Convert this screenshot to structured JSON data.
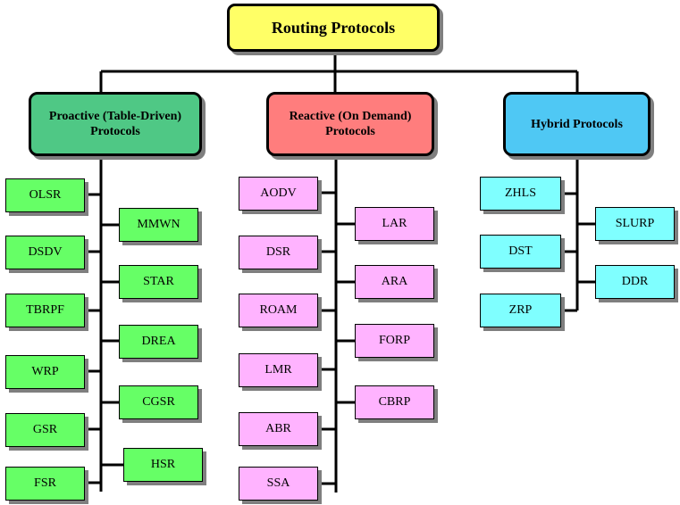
{
  "root": {
    "label": "Routing Protocols",
    "color": "#ffff66"
  },
  "categories": [
    {
      "label": "Proactive (Table-Driven) Protocols",
      "color": "#4fc885",
      "leaf_color": "#66ff66",
      "left_items": [
        "OLSR",
        "DSDV",
        "TBRPF",
        "WRP",
        "GSR",
        "FSR"
      ],
      "right_items": [
        "MMWN",
        "STAR",
        "DREA",
        "CGSR",
        "HSR"
      ]
    },
    {
      "label": "Reactive (On Demand) Protocols",
      "color": "#ff7d7d",
      "leaf_color": "#ffb3ff",
      "left_items": [
        "AODV",
        "DSR",
        "ROAM",
        "LMR",
        "ABR",
        "SSA"
      ],
      "right_items": [
        "LAR",
        "ARA",
        "FORP",
        "CBRP"
      ]
    },
    {
      "label": "Hybrid Protocols",
      "color": "#4fc8f4",
      "leaf_color": "#7fffff",
      "left_items": [
        "ZHLS",
        "DST",
        "ZRP"
      ],
      "right_items": [
        "SLURP",
        "DDR"
      ]
    }
  ]
}
